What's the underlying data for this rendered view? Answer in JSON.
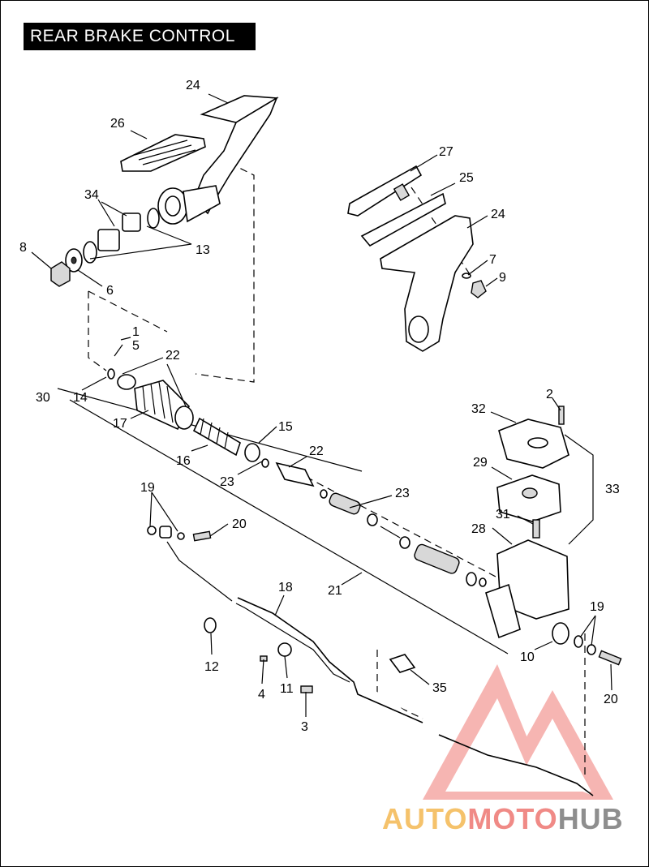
{
  "title": "REAR BRAKE CONTROL",
  "watermark": {
    "part1": "AUTO",
    "part2": "MOTO",
    "part3": "HUB",
    "colors": [
      "#f5c26b",
      "#f08a86",
      "#8e8e8e"
    ]
  },
  "callouts": {
    "c24a": "24",
    "c26": "26",
    "c34": "34",
    "c13": "13",
    "c8": "8",
    "c6": "6",
    "c27": "27",
    "c25": "25",
    "c24b": "24",
    "c7": "7",
    "c9": "9",
    "c1": "1",
    "c5": "5",
    "c22a": "22",
    "c30": "30",
    "c14": "14",
    "c17": "17",
    "c15": "15",
    "c16": "16",
    "c22b": "22",
    "c23a": "23",
    "c23b": "23",
    "c2": "2",
    "c32": "32",
    "c29": "29",
    "c33": "33",
    "c31": "31",
    "c28": "28",
    "c19a": "19",
    "c20a": "20",
    "c21": "21",
    "c18": "18",
    "c12": "12",
    "c4": "4",
    "c11": "11",
    "c3": "3",
    "c35": "35",
    "c10": "10",
    "c19b": "19",
    "c20b": "20"
  }
}
